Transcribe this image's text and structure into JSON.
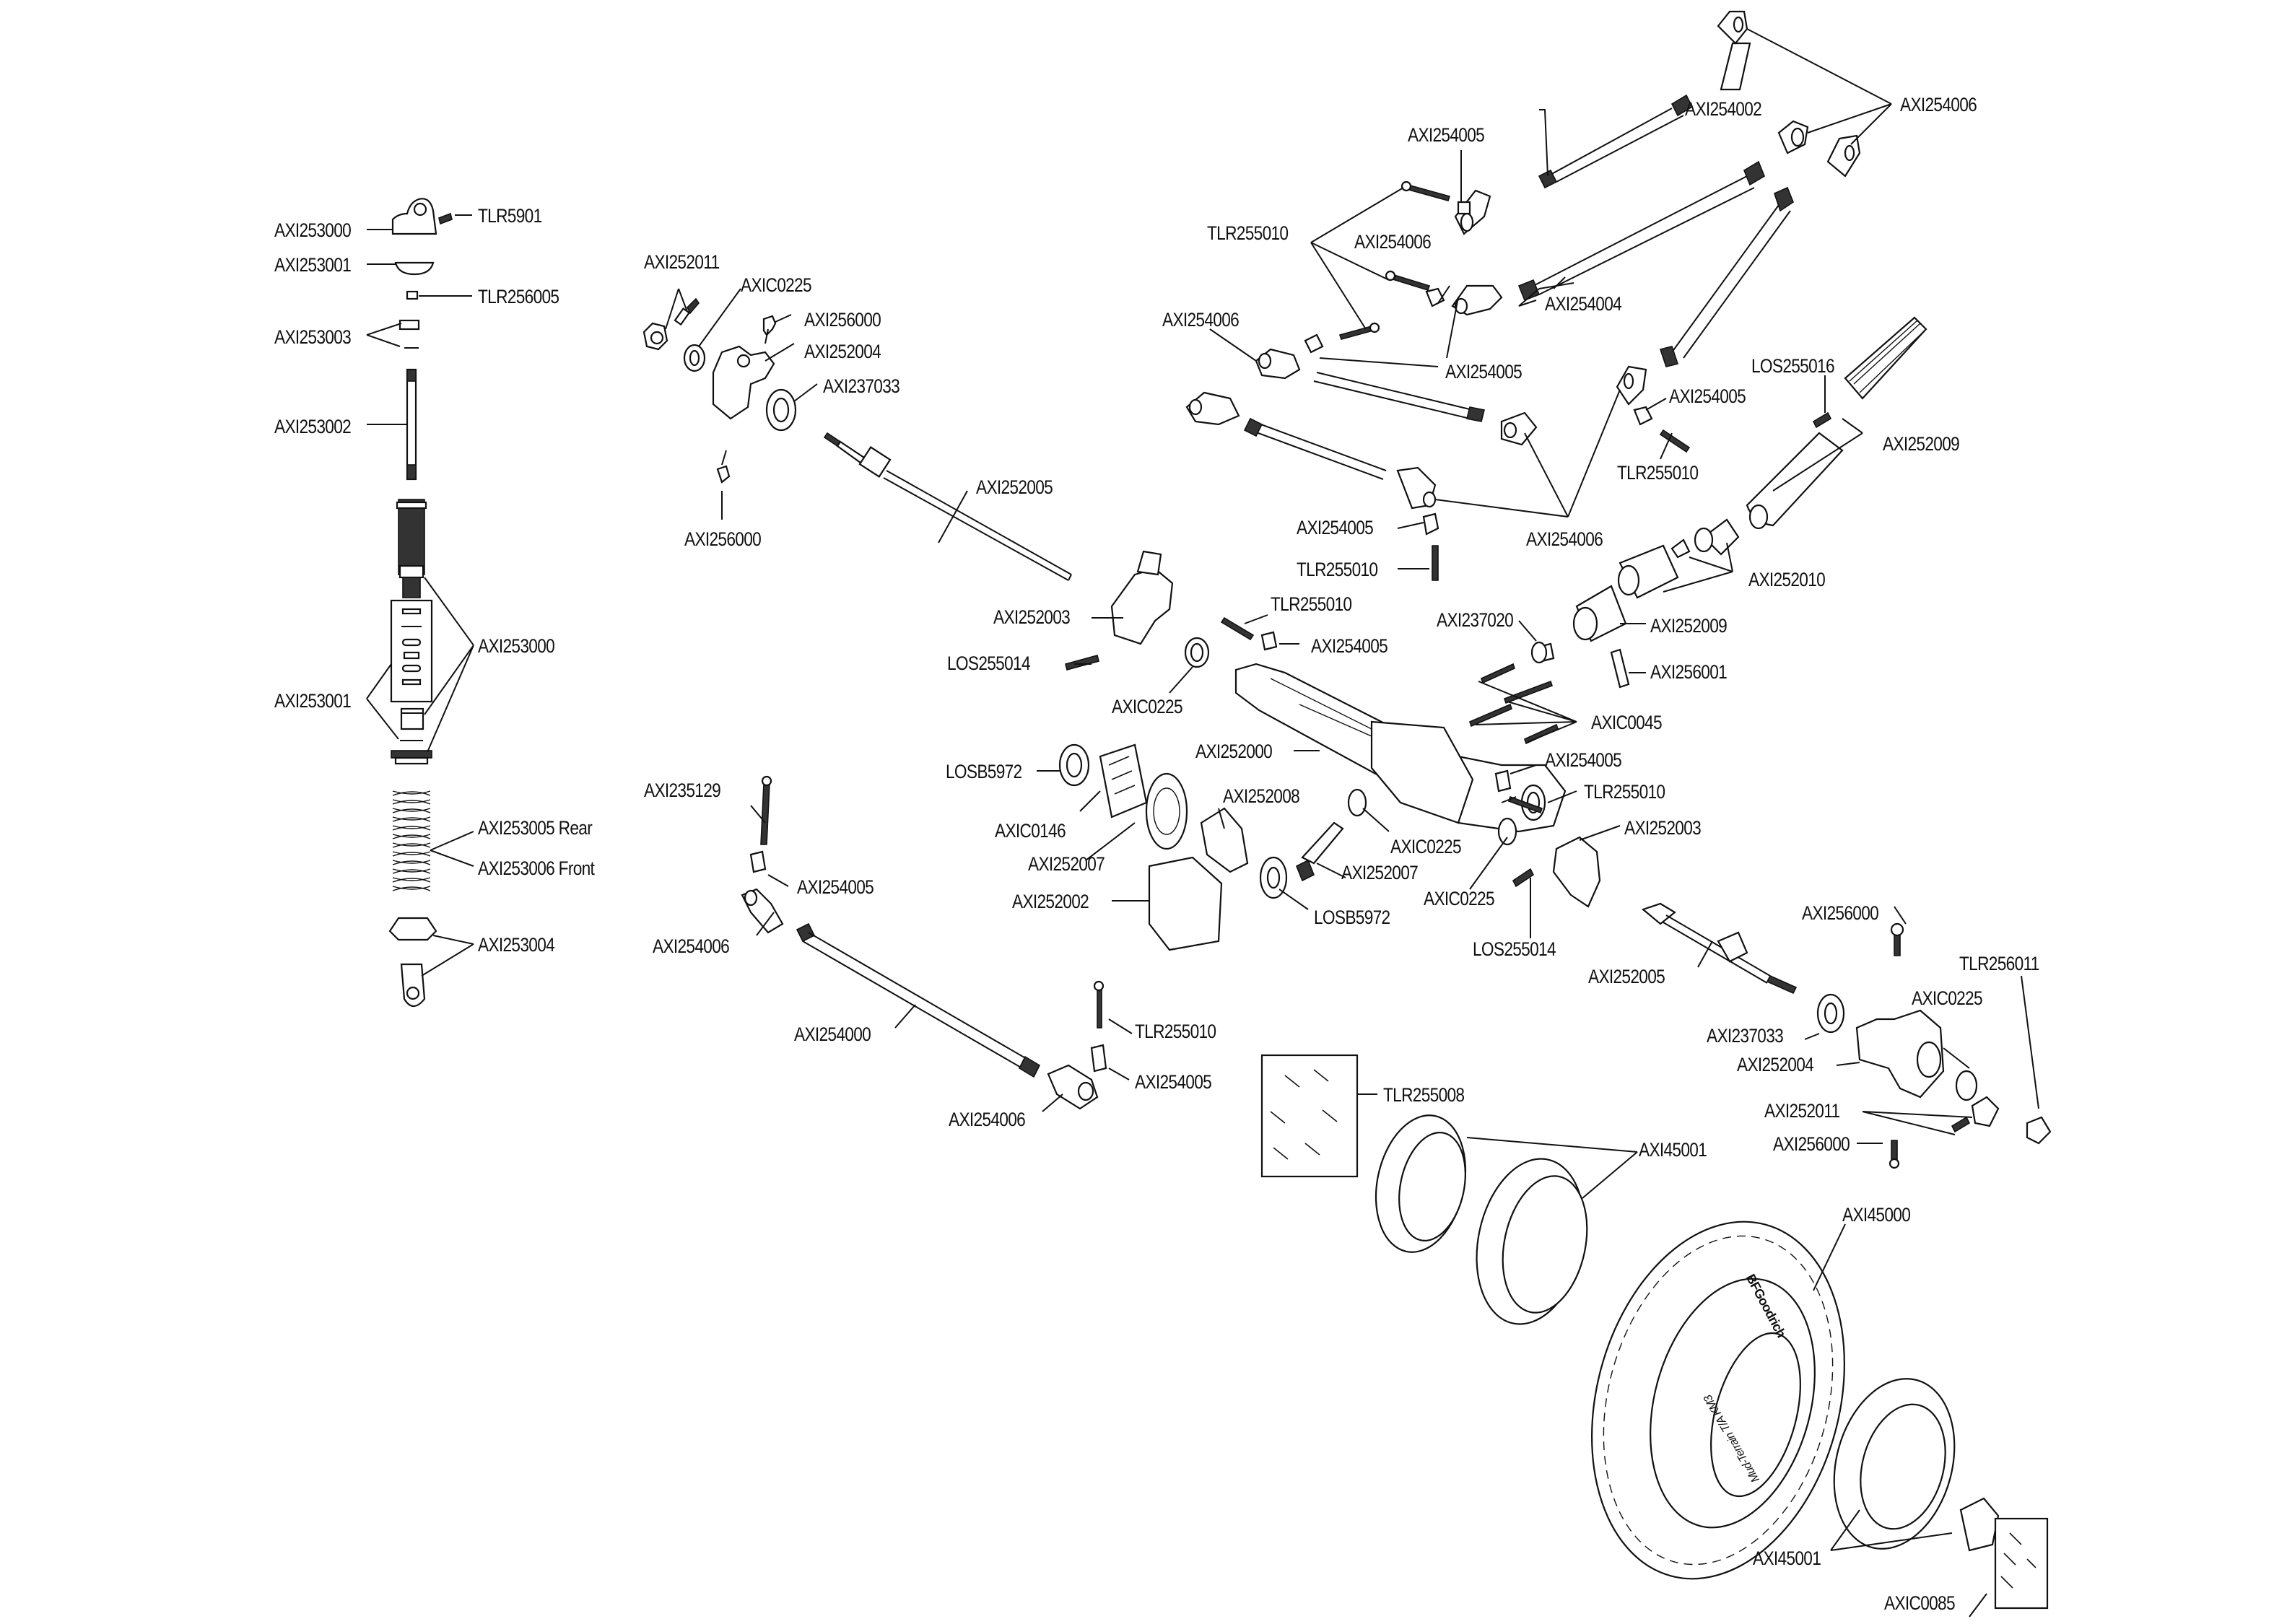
{
  "diagram": {
    "shock": {
      "axi253000_top": "AXI253000",
      "tlr5901": "TLR5901",
      "axi253001_top": "AXI253001",
      "tlr256005": "TLR256005",
      "axi253003": "AXI253003",
      "axi253002": "AXI253002",
      "axi253000_mid": "AXI253000",
      "axi253001_mid": "AXI253001",
      "axi253005": "AXI253005 Rear",
      "axi253006": "AXI253006 Front",
      "axi253004": "AXI253004"
    },
    "left_knuckle": {
      "axi252011": "AXI252011",
      "axic0225": "AXIC0225",
      "axi256000_a": "AXI256000",
      "axi252004": "AXI252004",
      "axi237033": "AXI237033",
      "axi256000_b": "AXI256000",
      "axi252005": "AXI252005"
    },
    "links": {
      "axi254005_top": "AXI254005",
      "axi254002": "AXI254002",
      "axi254006_topright": "AXI254006",
      "tlr255010_top": "TLR255010",
      "axi254006_mid": "AXI254006",
      "axi254004": "AXI254004",
      "axi254006_left": "AXI254006",
      "axi254005_mid": "AXI254005",
      "axi254005_right": "AXI254005",
      "tlr255010_right": "TLR255010",
      "axi254006_bottom": "AXI254006",
      "los255016": "LOS255016",
      "axi252009_top": "AXI252009"
    },
    "axle_center": {
      "axi254005_c": "AXI254005",
      "tlr255010_c": "TLR255010",
      "axi252010": "AXI252010",
      "axi252003_l": "AXI252003",
      "tlr255010_c2": "TLR255010",
      "axi254005_c2": "AXI254005",
      "axi237020": "AXI237020",
      "axi252009_b": "AXI252009",
      "los255014_l": "LOS255014",
      "axic0225_l": "AXIC0225",
      "axi256001": "AXI256001",
      "axic0045": "AXIC0045",
      "axi252000": "AXI252000",
      "axi254005_c3": "AXI254005",
      "losb5972_l": "LOSB5972",
      "tlr255010_c3": "TLR255010",
      "axi252008": "AXI252008",
      "axic0146": "AXIC0146",
      "axic0225_c": "AXIC0225",
      "axi252003_r": "AXI252003",
      "axi252007_l": "AXI252007",
      "axi252007_r": "AXI252007",
      "axi252002": "AXI252002",
      "losb5972_r": "LOSB5972",
      "axic0225_r": "AXIC0225",
      "los255014_r": "LOS255014"
    },
    "tie_rod": {
      "axi235129": "AXI235129",
      "axi254005_a": "AXI254005",
      "axi254006_a": "AXI254006",
      "axi254000": "AXI254000",
      "tlr255010": "TLR255010",
      "axi254005_b": "AXI254005",
      "axi254006_b": "AXI254006"
    },
    "right_knuckle": {
      "axi252005": "AXI252005",
      "axi256000_a": "AXI256000",
      "tlr256011": "TLR256011",
      "axic0225": "AXIC0225",
      "axi237033": "AXI237033",
      "axi252004": "AXI252004",
      "axi252011": "AXI252011",
      "axi256000_b": "AXI256000"
    },
    "wheel": {
      "tlr255008": "TLR255008",
      "axi45001_top": "AXI45001",
      "axi45000": "AXI45000",
      "axi45001_bottom": "AXI45001",
      "axic0085": "AXIC0085",
      "tire_brand": "BFGoodrich",
      "tire_model": "Mud-Terrain T/A KM3"
    }
  }
}
